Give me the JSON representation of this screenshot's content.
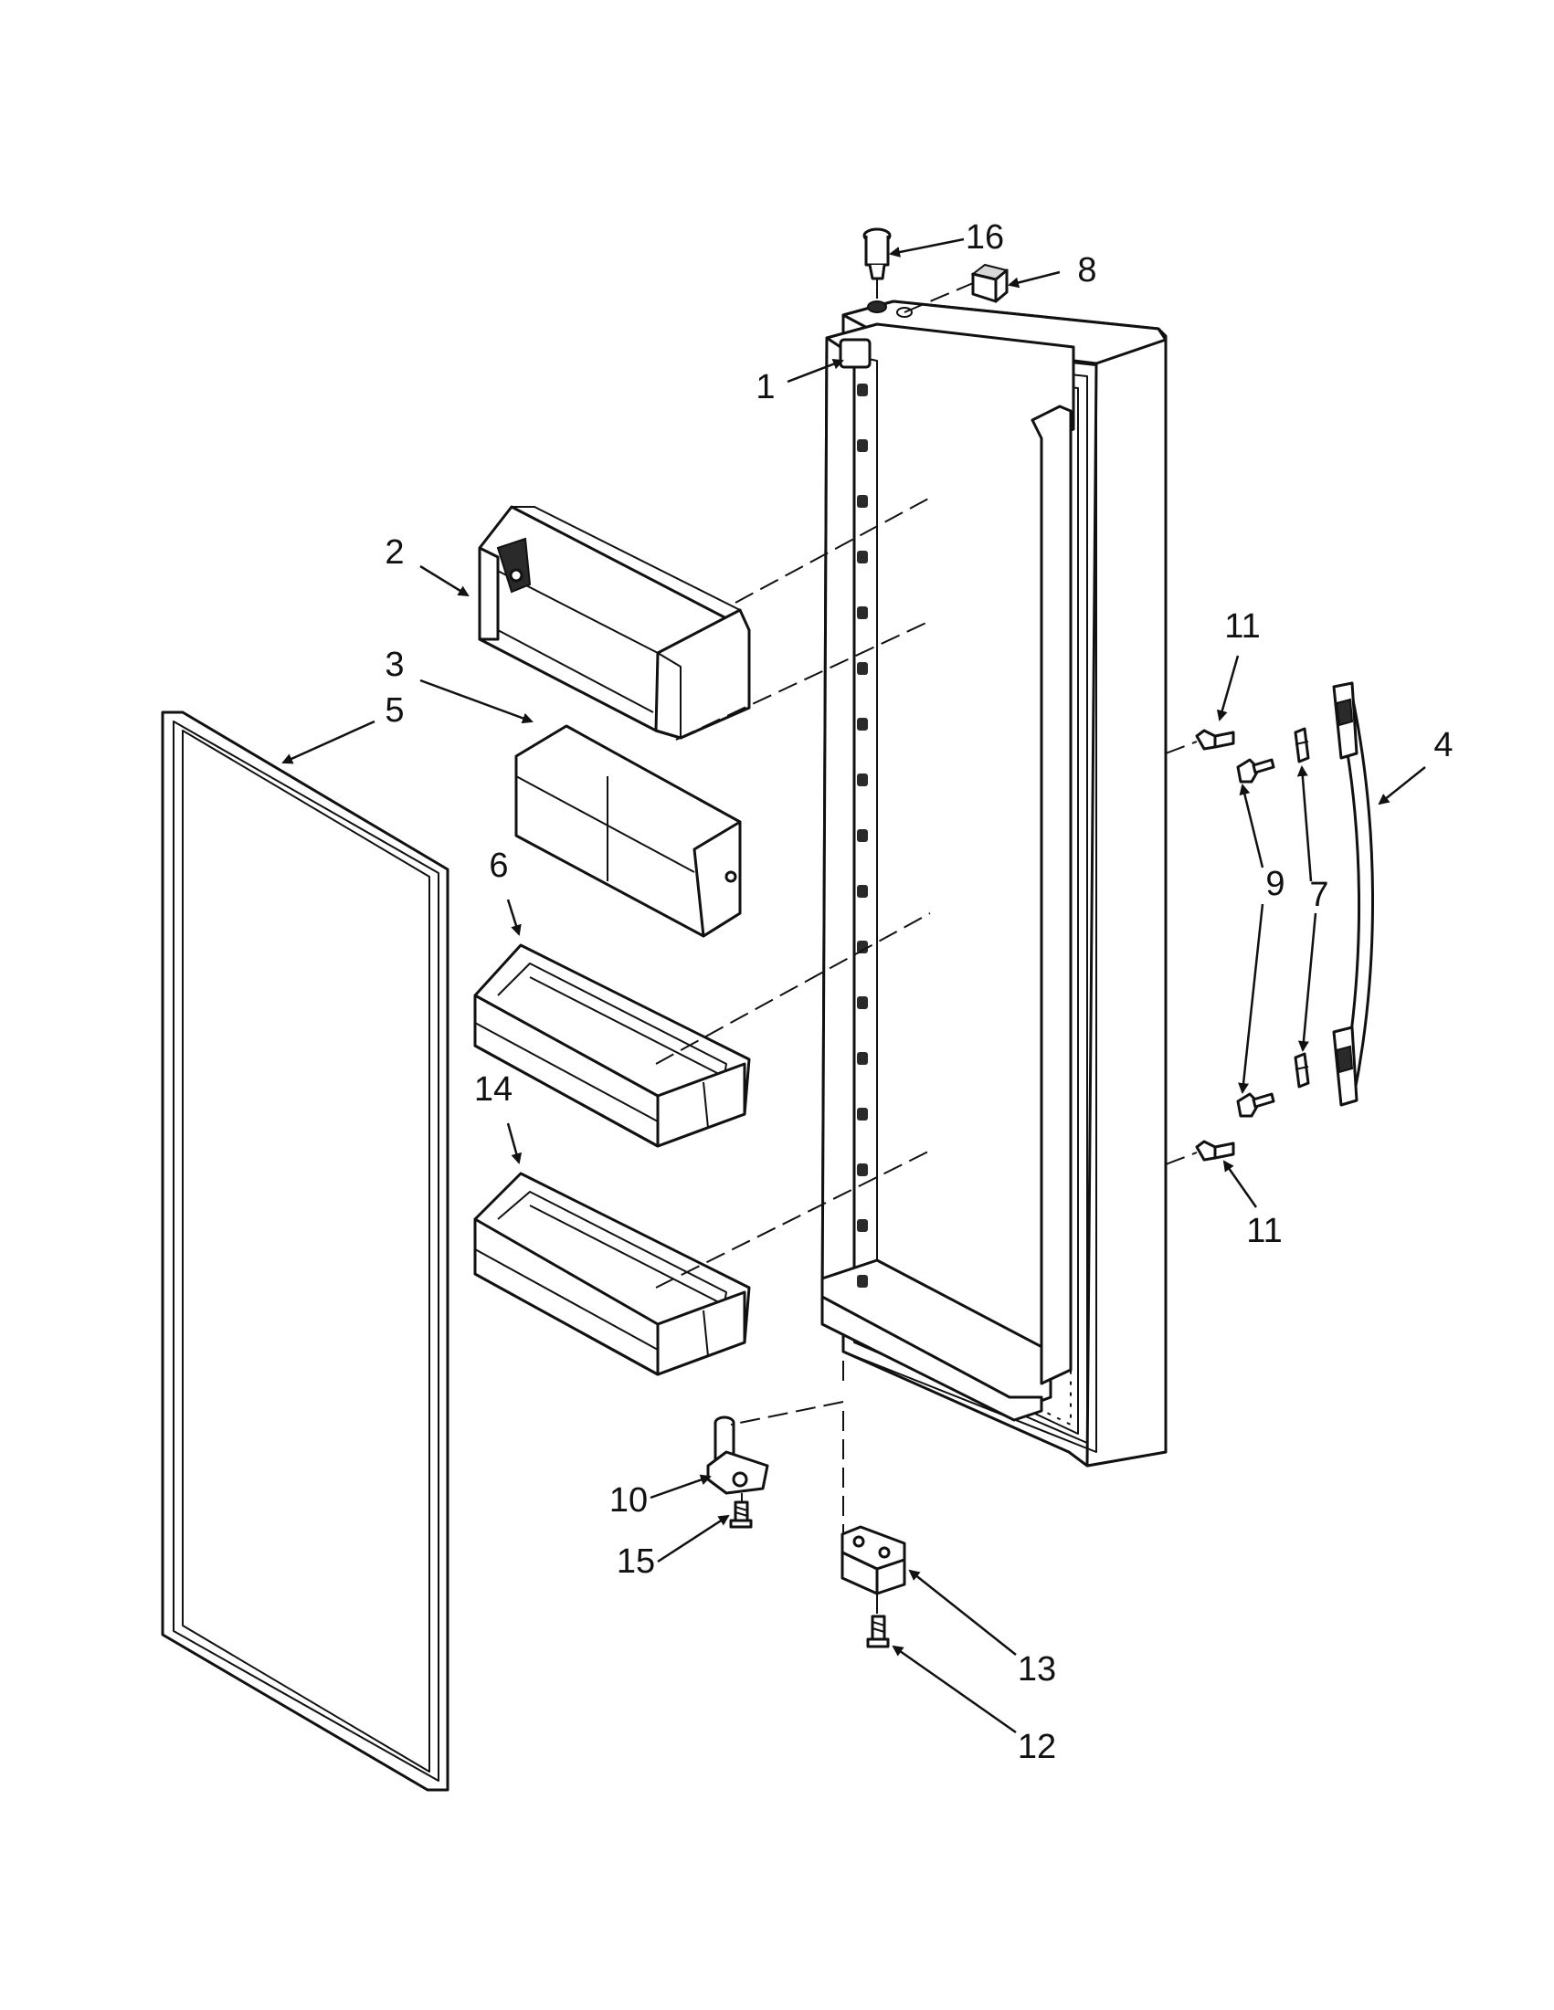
{
  "callouts": [
    {
      "id": "1",
      "label": "1"
    },
    {
      "id": "2",
      "label": "2"
    },
    {
      "id": "3",
      "label": "3"
    },
    {
      "id": "4",
      "label": "4"
    },
    {
      "id": "5",
      "label": "5"
    },
    {
      "id": "6",
      "label": "6"
    },
    {
      "id": "7",
      "label": "7"
    },
    {
      "id": "8",
      "label": "8"
    },
    {
      "id": "9",
      "label": "9"
    },
    {
      "id": "10",
      "label": "10"
    },
    {
      "id": "11a",
      "label": "11"
    },
    {
      "id": "11b",
      "label": "11"
    },
    {
      "id": "12",
      "label": "12"
    },
    {
      "id": "13",
      "label": "13"
    },
    {
      "id": "14",
      "label": "14"
    },
    {
      "id": "15",
      "label": "15"
    },
    {
      "id": "16",
      "label": "16"
    }
  ],
  "colors": {
    "line": "#111111",
    "background": "#ffffff",
    "shade": "#d8d8d8"
  }
}
